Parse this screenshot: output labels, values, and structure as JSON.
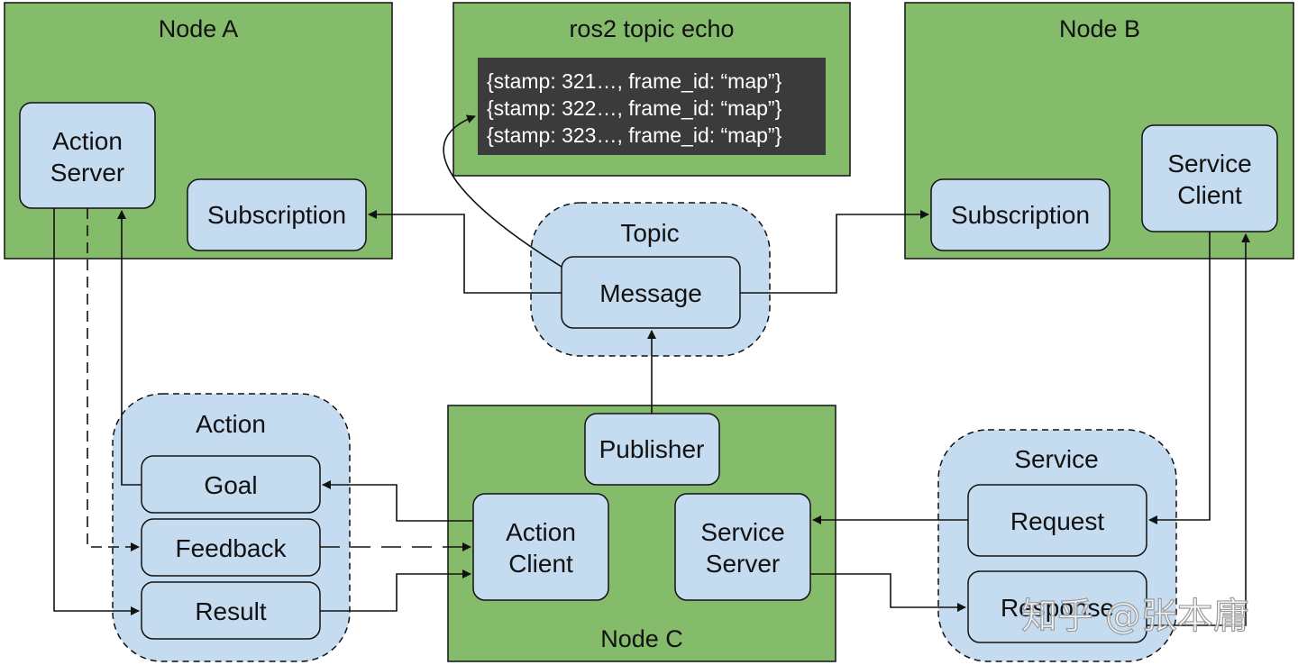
{
  "colors": {
    "node_fill": "#84bc6c",
    "component_fill": "#c5dcf0",
    "terminal_fill": "#3b3b3b",
    "terminal_text": "#ffffff",
    "line": "#111111"
  },
  "node_a": {
    "title": "Node A",
    "action_server": [
      "Action",
      "Server"
    ],
    "subscription": "Subscription"
  },
  "echo": {
    "title": "ros2 topic echo",
    "lines": [
      "{stamp: 321…, frame_id: “map”}",
      "{stamp: 322…, frame_id: “map”}",
      "{stamp: 323…, frame_id: “map”}"
    ]
  },
  "node_b": {
    "title": "Node B",
    "subscription": "Subscription",
    "service_client": [
      "Service",
      "Client"
    ]
  },
  "topic": {
    "title": "Topic",
    "message": "Message"
  },
  "action": {
    "title": "Action",
    "goal": "Goal",
    "feedback": "Feedback",
    "result": "Result"
  },
  "node_c": {
    "title": "Node C",
    "publisher": "Publisher",
    "action_client": [
      "Action",
      "Client"
    ],
    "service_server": [
      "Service",
      "Server"
    ]
  },
  "service": {
    "title": "Service",
    "request": "Request",
    "response": "Response"
  },
  "watermark": "知乎 @张本庸"
}
